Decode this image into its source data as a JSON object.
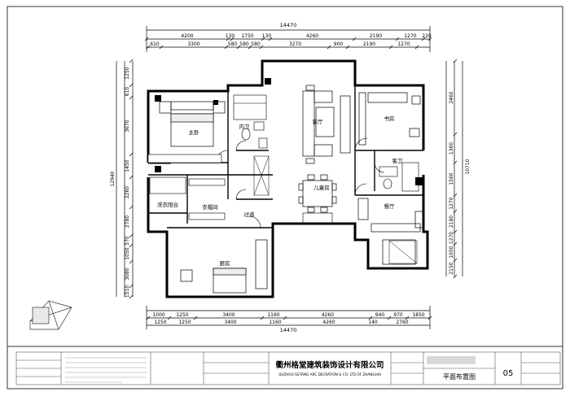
{
  "drawing": {
    "overall_width": "14470",
    "top_dims_row1": [
      "4200",
      "130",
      "1750",
      "130",
      "4260",
      "2190",
      "1270",
      "220"
    ],
    "top_dims_row2": [
      "610",
      "3300",
      "580",
      "580",
      "580",
      "3270",
      "900",
      "2190",
      "1270"
    ],
    "bottom_dims_row1": [
      "1000",
      "1250",
      "3400",
      "1160",
      "4260",
      "940",
      "970",
      "1850"
    ],
    "bottom_dims_row2": [
      "1250",
      "1250",
      "3400",
      "1160",
      "4260",
      "140",
      "2760"
    ],
    "left_dims": [
      "1250",
      "610",
      "3670",
      "1450",
      "2260",
      "2780",
      "570",
      "1050",
      "3080",
      "1510",
      "12940"
    ],
    "right_dims": [
      "2460",
      "1360",
      "1560",
      "1270",
      "2180",
      "1270",
      "1050",
      "2150",
      "10710"
    ]
  },
  "rooms": [
    {
      "label": "主卧"
    },
    {
      "label": "内卫"
    },
    {
      "label": "客厅"
    },
    {
      "label": "书房"
    },
    {
      "label": "客卫"
    },
    {
      "label": "洗衣阳台"
    },
    {
      "label": "衣帽间"
    },
    {
      "label": "过道"
    },
    {
      "label": "餐厅"
    },
    {
      "label": "厨房"
    },
    {
      "label": "儿童房"
    }
  ],
  "title_block": {
    "company_cn": "衢州格堂建筑装饰设计有限公司",
    "company_en": "QUZHOU GETANG ARC DECRATION & CO. LTD OF ZHANGHAI",
    "drawing_title": "平面布置图",
    "sheet_number": "05"
  }
}
